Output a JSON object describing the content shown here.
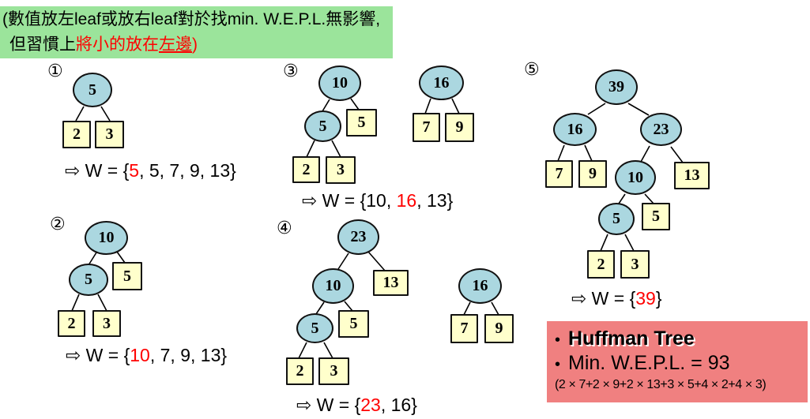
{
  "colors": {
    "node_fill": "#ABD7E0",
    "leaf_fill": "#FFFFCC",
    "note_bg": "#9BE49B",
    "result_bg": "#F08080",
    "highlight": "#FF0000",
    "edge": "#000000"
  },
  "note": {
    "line1": "(數值放左leaf或放右leaf對於找min. W.E.P.L.無影響,",
    "line2_black": "但習慣上",
    "line2_red": "將小的放在",
    "line2_underline": "左邊",
    "line2_close": ")"
  },
  "steps": {
    "s1": {
      "badge": "①",
      "n5": "5",
      "n2": "2",
      "n3": "3",
      "w_pre": "⇨ W = {",
      "w_red": "5",
      "w_post": ", 5, 7, 9, 13}"
    },
    "s2": {
      "badge": "②",
      "n10": "10",
      "n5c": "5",
      "n5s": "5",
      "n2": "2",
      "n3": "3",
      "w_pre": "⇨ W = {",
      "w_red": "10",
      "w_post": ", 7, 9, 13}"
    },
    "s3": {
      "badge": "③",
      "n10": "10",
      "n5c": "5",
      "n5s": "5",
      "n2": "2",
      "n3": "3",
      "n16": "16",
      "n7": "7",
      "n9": "9",
      "w_pre": "⇨ W = {10, ",
      "w_red": "16",
      "w_post": ", 13}"
    },
    "s4": {
      "badge": "④",
      "n23": "23",
      "n10": "10",
      "n13": "13",
      "n5c": "5",
      "n5s": "5",
      "n2": "2",
      "n3": "3",
      "n16": "16",
      "n7": "7",
      "n9": "9",
      "w_pre": "⇨ W = {",
      "w_red": "23",
      "w_post": ", 16}"
    },
    "s5": {
      "badge": "⑤",
      "n39": "39",
      "n16": "16",
      "n23": "23",
      "n7": "7",
      "n9": "9",
      "n10": "10",
      "n13": "13",
      "n5c": "5",
      "n5s": "5",
      "n2": "2",
      "n3": "3",
      "w_pre": "⇨ W = {",
      "w_red": "39",
      "w_post": "}"
    }
  },
  "result": {
    "marker": "•",
    "title": "Huffman Tree",
    "line2": "Min. W.E.P.L. = 93",
    "formula": "(2 × 7+2 × 9+2 × 13+3 × 5+4 × 2+4 × 3)"
  }
}
